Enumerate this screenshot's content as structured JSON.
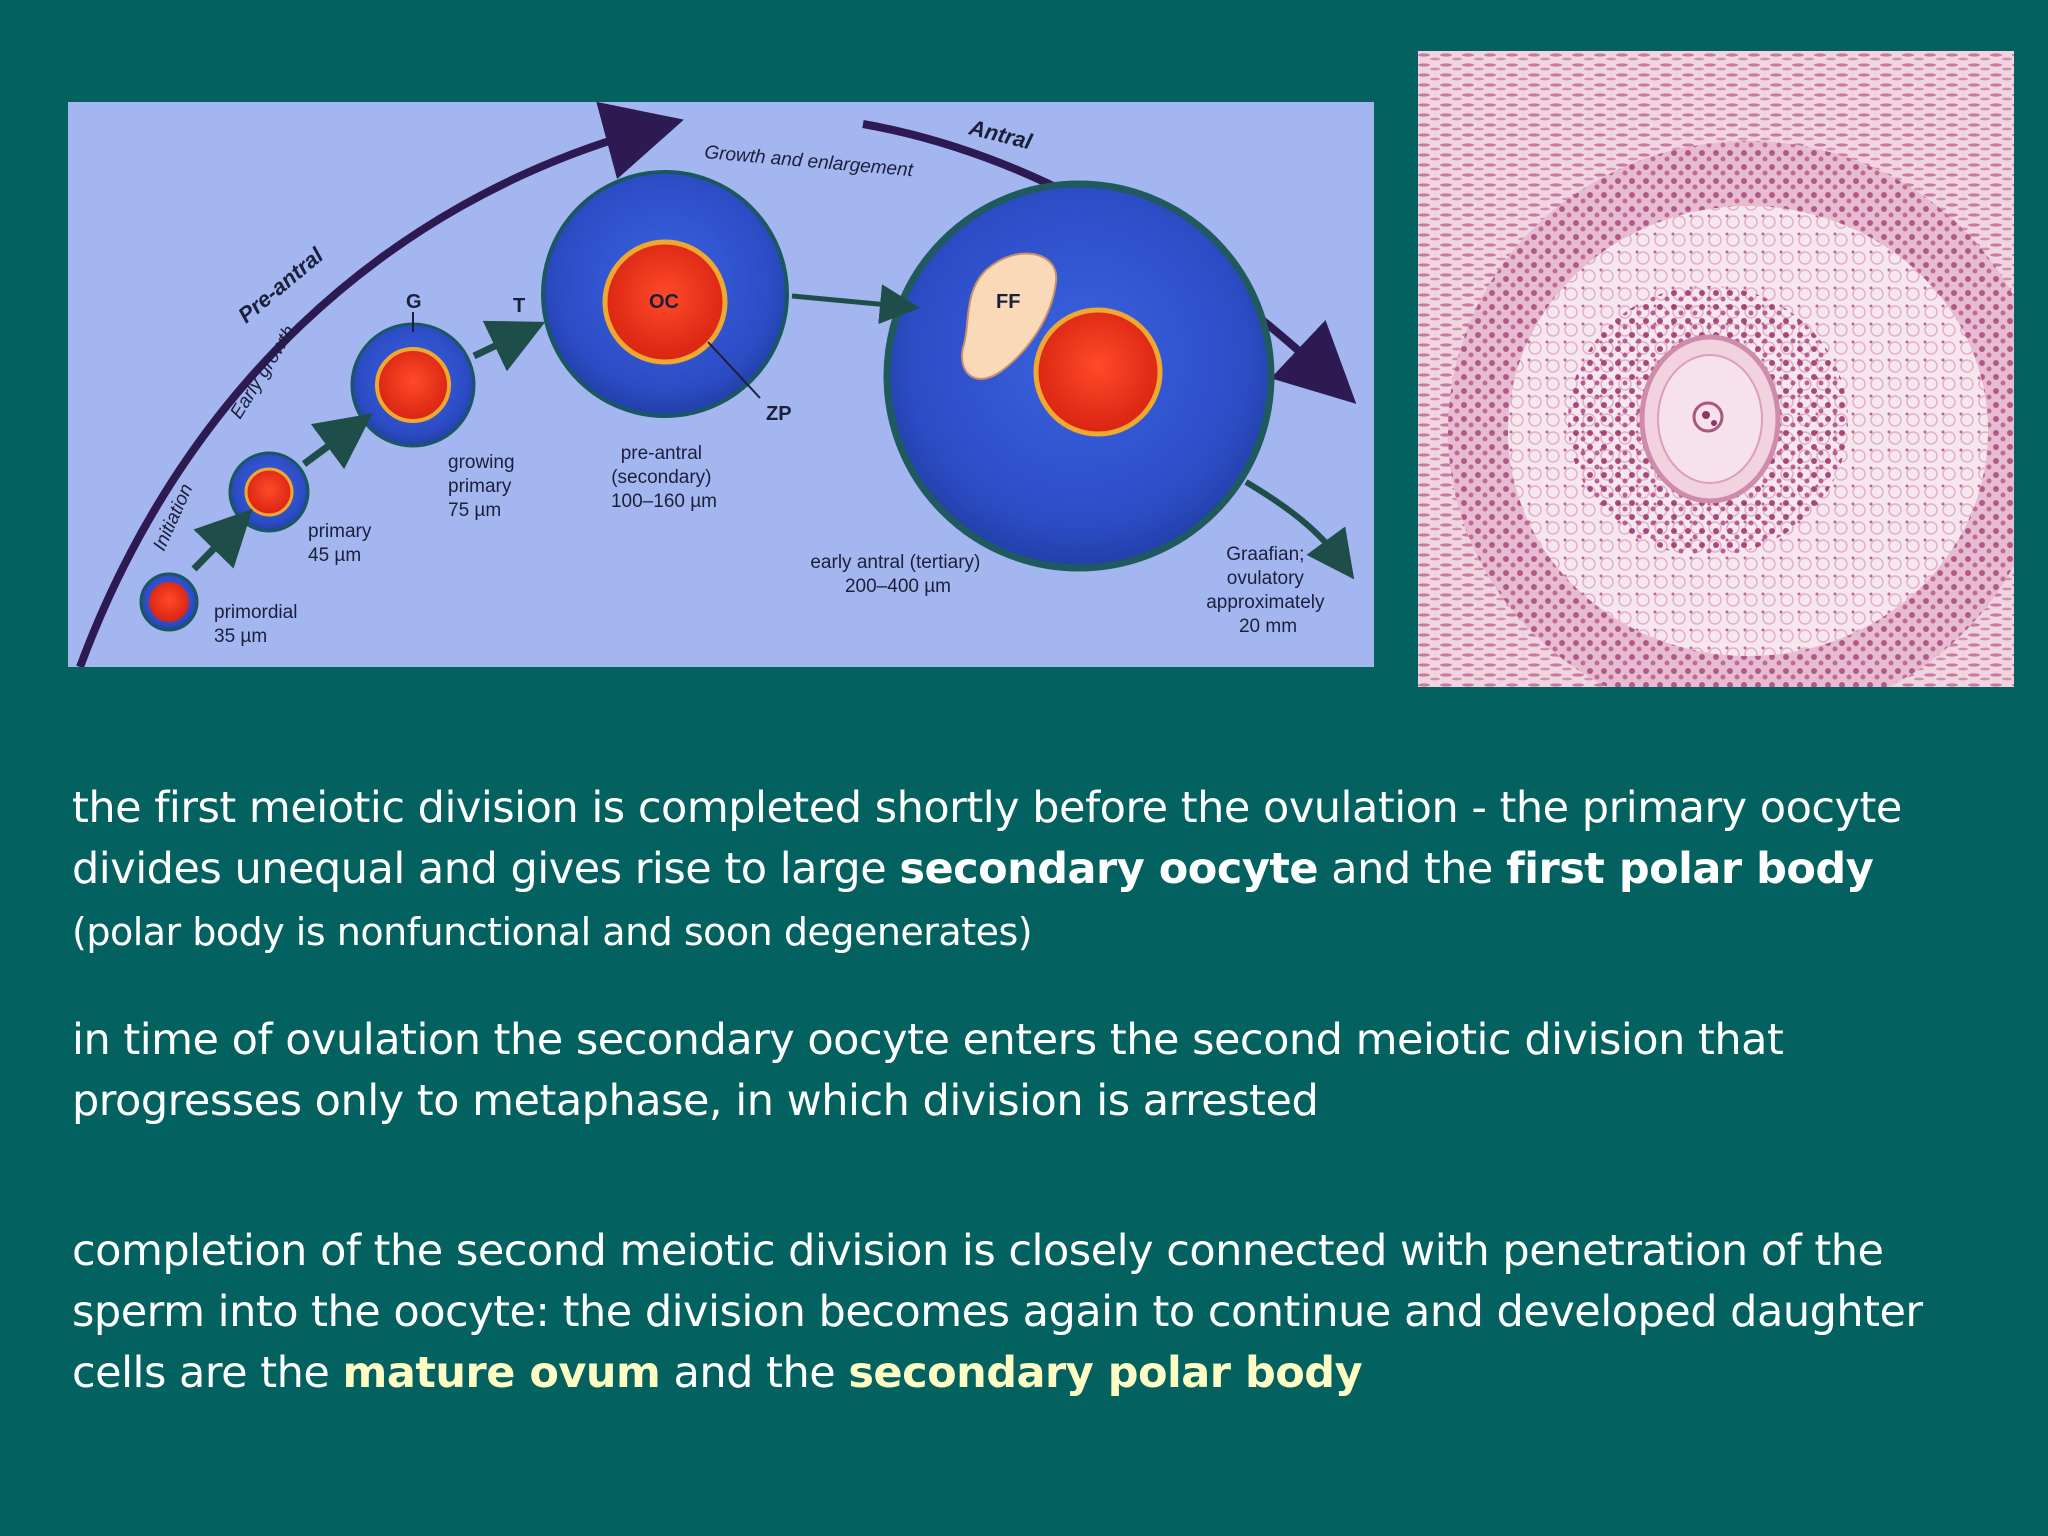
{
  "diagram": {
    "phases": {
      "initiation": "Initiation",
      "early_growth": "Early growth",
      "pre_antral": "Pre-antral",
      "antral": "Antral",
      "growth_enlargement": "Growth and enlargement"
    },
    "markers": {
      "g": "G",
      "t": "T",
      "oc": "OC",
      "zp": "ZP",
      "ff": "FF"
    },
    "stages": {
      "primordial": [
        "primordial",
        "35 µm"
      ],
      "primary": [
        "primary",
        "45 µm"
      ],
      "growing_primary": [
        "growing",
        "primary",
        "75 µm"
      ],
      "pre_antral": [
        "pre-antral",
        "(secondary)",
        "100–160 µm"
      ],
      "early_antral": [
        "early antral (tertiary)",
        "200–400 µm"
      ],
      "graafian": [
        "Graafian;",
        "ovulatory",
        "approximately",
        "20 mm"
      ]
    }
  },
  "text": {
    "p1": {
      "a": "the first meiotic division is completed shortly before the ovulation - the primary oocyte divides unequal and gives rise to large ",
      "b": "secondary oocyte",
      "c": " and the ",
      "d": "first polar body",
      "e": "  (polar body is nonfunctional and soon degenerates)"
    },
    "p2": "in  time of ovulation the secondary oocyte enters the second meiotic division that progresses only to metaphase, in which division is arrested",
    "p3": {
      "a": "completion of the second meiotic division is closely connected with penetration of the sperm into the oocyte:  the division becomes again to continue and developed daughter cells are the ",
      "b": "mature ovum",
      "c": " and the ",
      "d": "secondary polar body"
    }
  },
  "colors": {
    "background": "#03625f",
    "diagram_background": "#a4b6f0",
    "follicle_blue": "#2f4fc8",
    "oocyte_red": "#e8321c",
    "highlight_text": "#fffcc4"
  }
}
